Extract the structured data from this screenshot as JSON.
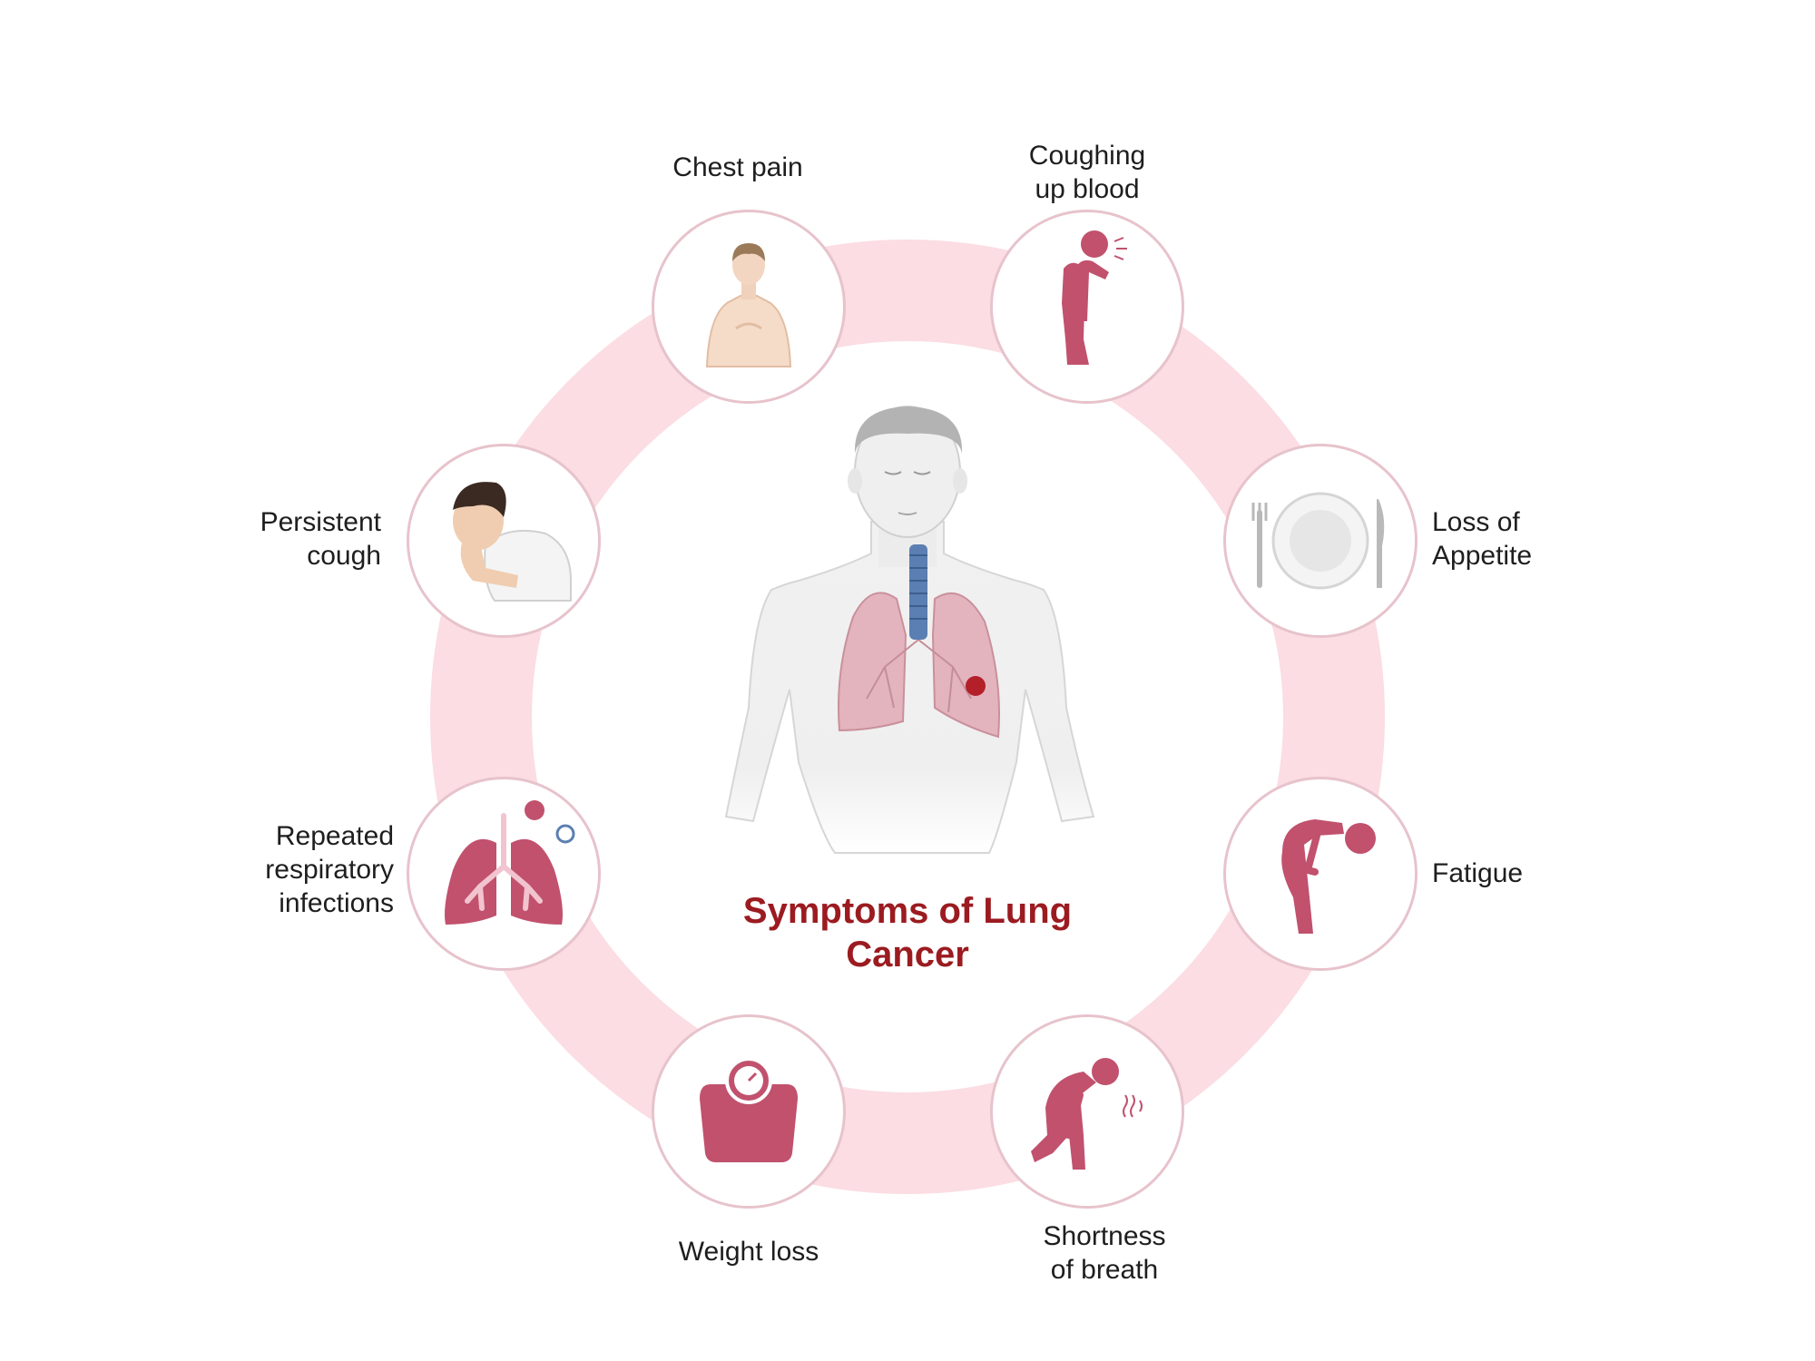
{
  "title": "Symptoms of Lung Cancer",
  "colors": {
    "ring": "#fbdde3",
    "node_border": "#e7c3cc",
    "icon": "#c1516d",
    "title": "#9b1b20"
  },
  "symptoms": [
    {
      "label": "Chest pain",
      "icon": "chest-pain-icon"
    },
    {
      "label": "Coughing\nup blood",
      "icon": "coughing-blood-icon"
    },
    {
      "label": "Loss of\nAppetite",
      "icon": "empty-plate-icon"
    },
    {
      "label": "Fatigue",
      "icon": "fatigue-icon"
    },
    {
      "label": "Shortness\nof breath",
      "icon": "shortness-of-breath-icon"
    },
    {
      "label": "Weight loss",
      "icon": "scale-icon"
    },
    {
      "label": "Repeated\nrespiratory\ninfections",
      "icon": "infected-lungs-icon"
    },
    {
      "label": "Persistent\ncough",
      "icon": "persistent-cough-icon"
    }
  ]
}
